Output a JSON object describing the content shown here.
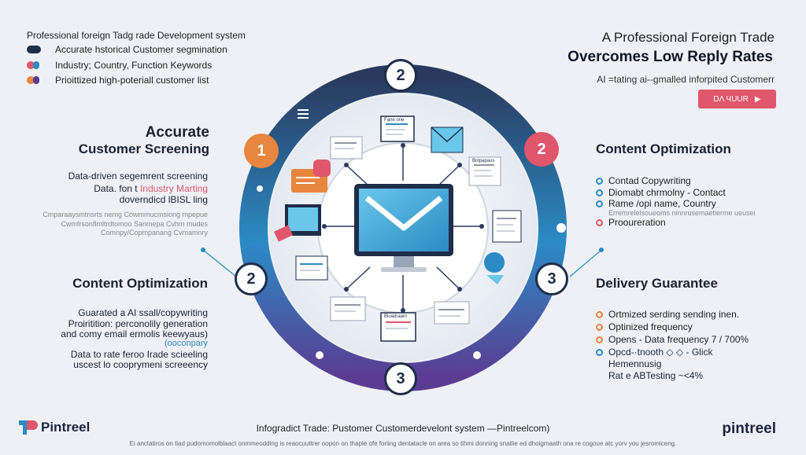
{
  "header_left": {
    "title": "Professional foreign Tadg rade Development system",
    "items": [
      {
        "label": "Accurate  hstorical  Customer segmination",
        "color": "#1f2d4a"
      },
      {
        "label": "Industry;  Country,  Function  Keywords",
        "color": "#e0566b"
      },
      {
        "label": "Prioittized  high-poteriall  customer list",
        "color": "#e8853f"
      }
    ]
  },
  "header_right": {
    "line1": "A Professional Foreign Trade",
    "line2": "Overcomes Low Reply Rates",
    "line3": "AI  =tating ai--gmalled inforpited Customerr",
    "cta_label": "DΛ ЧUUR",
    "cta_arrow": "▶"
  },
  "left_section1": {
    "title_line1": "Accurate",
    "title_line2": "Customer Screening",
    "desc1": "Data-driven segemrent screening",
    "desc2_prefix": "Data.  fon t",
    "desc2_red": "Industry Marting",
    "desc3": "doverndicd lBISL ling",
    "desc4": "Cmparaaysmtnsrts  nemg Cowmmucmsiong mpepue",
    "desc5": "Cwmfrsonflmltrdtomoo  Sanmepa  Cvhm mudes",
    "desc6": "Comnpy/Copmpanang  Cvmamnry"
  },
  "left_section2": {
    "title": "Content Optimization",
    "desc1": "Guarated a AI ssall/copywriting",
    "desc2": "Proiritition: perconolily generation",
    "desc3": "and comy email ermolis keewyaus)",
    "desc4": "(ooconpary",
    "desc5": "Data to rate feroo  Irade scieeling",
    "desc6": "uscest lo cooprymeni screeency"
  },
  "right_section1": {
    "title": "Content Optimization",
    "items": [
      {
        "label": "Contad Copywriting",
        "color": "#2b8bc4"
      },
      {
        "label": "Diomabt chrmolny - Contact",
        "color": "#2b8bc4"
      },
      {
        "label": "Rame /opi name, Country",
        "color": "#2b8bc4"
      },
      {
        "label": "Prooureration",
        "color": "#e0566b"
      }
    ],
    "small": "Erremrelelsoueoms ninnrusemaetierme ueusei"
  },
  "right_section2": {
    "title": "Delivery Guarantee",
    "items": [
      {
        "label": "Ortmized serding sending inen.",
        "color": "#e8853f"
      },
      {
        "label": "Optinized frequency",
        "color": "#e8853f"
      },
      {
        "label": "Opens - Data frequency  7 / 700%",
        "color": "#e8853f"
      },
      {
        "label": "Opcd-·tnooth  ◇  ◇ - Glick",
        "color": "#2b8bc4"
      },
      {
        "label": "Hemennusig",
        "color": "#e8853f"
      },
      {
        "label": "Rat e ABTesting ~<4%",
        "color": "#e8853f"
      }
    ]
  },
  "badges": {
    "top": "2",
    "left": "1",
    "right": "2",
    "lower_left": "2",
    "lower_right": "3",
    "bottom": "3"
  },
  "screen_cards": {
    "card1_title": "Fane one",
    "card2_title": "Bnlpapaus",
    "card3_title": "Bluadraam"
  },
  "footer": {
    "logo_left": "Pintreel",
    "logo_right": "pintreel",
    "center": "Infogradict Trade: Pustomer Customerdevelont system —Pintreelcom)",
    "small": "Ei anctatiros on tlad pudomomolblaact onmmeodding is reaocuuttrer oopon on thaple ofe foriing dentatacle on area so tihmi donning snatlie ed dhoigmaath ona re cogoue atc yorv you jesromiceng."
  },
  "colors": {
    "navy": "#1f2d4a",
    "blue": "#2b8bc4",
    "purple": "#5b3c93",
    "orange": "#e8853f",
    "red": "#e0566b"
  }
}
